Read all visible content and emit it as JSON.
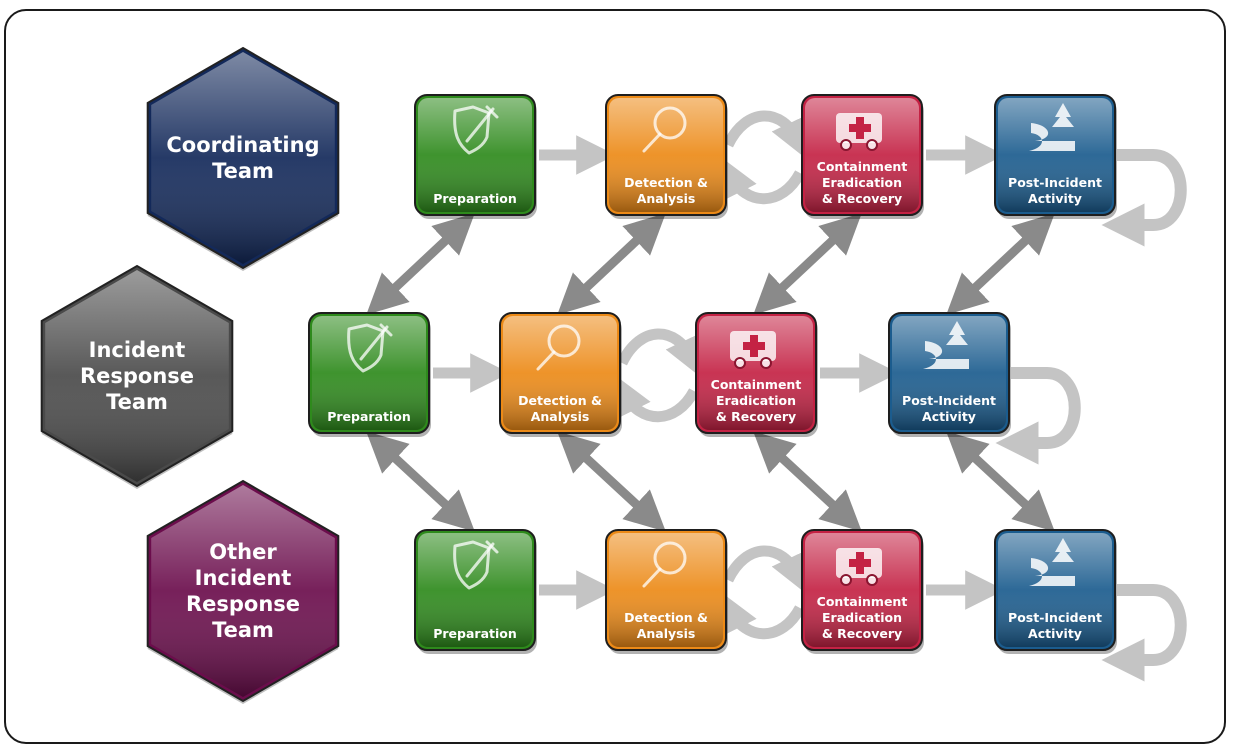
{
  "teams": [
    {
      "id": "coordinating",
      "lines": [
        "Coordinating",
        "Team"
      ],
      "color": "#13295a"
    },
    {
      "id": "incident",
      "lines": [
        "Incident",
        "Response",
        "Team"
      ],
      "color": "#4a4a4a"
    },
    {
      "id": "other",
      "lines": [
        "Other",
        "Incident",
        "Response",
        "Team"
      ],
      "color": "#6b0d4c"
    }
  ],
  "stages": [
    {
      "id": "preparation",
      "lines": [
        "Preparation"
      ],
      "color": "#2e8a1c",
      "icon": "shield-dropper-icon"
    },
    {
      "id": "detection",
      "lines": [
        "Detection &",
        "Analysis"
      ],
      "color": "#ec8a17",
      "icon": "magnifier-icon"
    },
    {
      "id": "containment",
      "lines": [
        "Containment",
        "Eradication",
        "& Recovery"
      ],
      "color": "#c42244",
      "icon": "ambulance-icon"
    },
    {
      "id": "post",
      "lines": [
        "Post-Incident",
        "Activity"
      ],
      "color": "#1b5c8e",
      "icon": "road-tree-icon"
    }
  ]
}
